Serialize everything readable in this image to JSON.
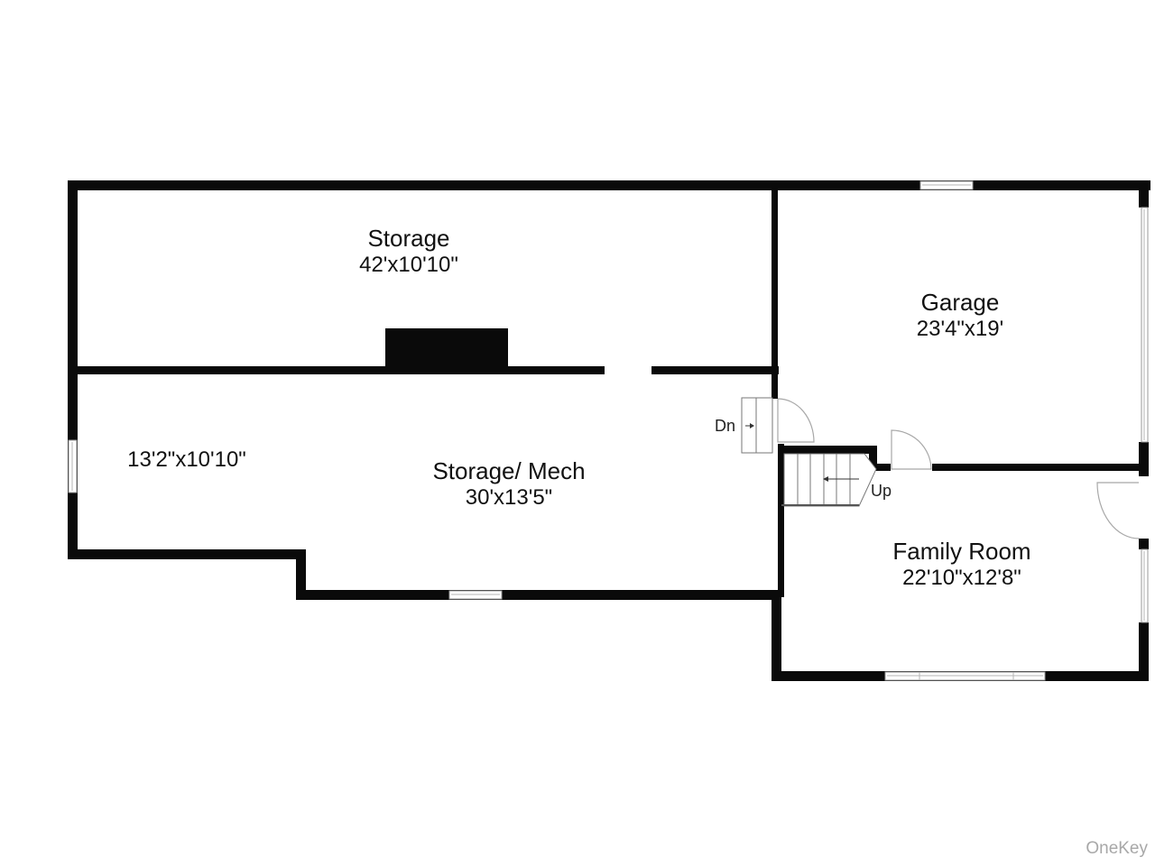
{
  "plan": {
    "rooms": [
      {
        "id": "storage",
        "name": "Storage",
        "dimensions": "42'x10'10\""
      },
      {
        "id": "garage",
        "name": "Garage",
        "dimensions": "23'4\"x19'"
      },
      {
        "id": "storage-mech",
        "name": "Storage/ Mech",
        "dimensions": "30'x13'5\""
      },
      {
        "id": "storage-mech-alcove",
        "name": "",
        "dimensions": "13'2\"x10'10\""
      },
      {
        "id": "family-room",
        "name": "Family Room",
        "dimensions": "22'10\"x12'8\""
      }
    ],
    "stairs": {
      "down_label": "Dn",
      "up_label": "Up"
    }
  },
  "watermark": "OneKey"
}
